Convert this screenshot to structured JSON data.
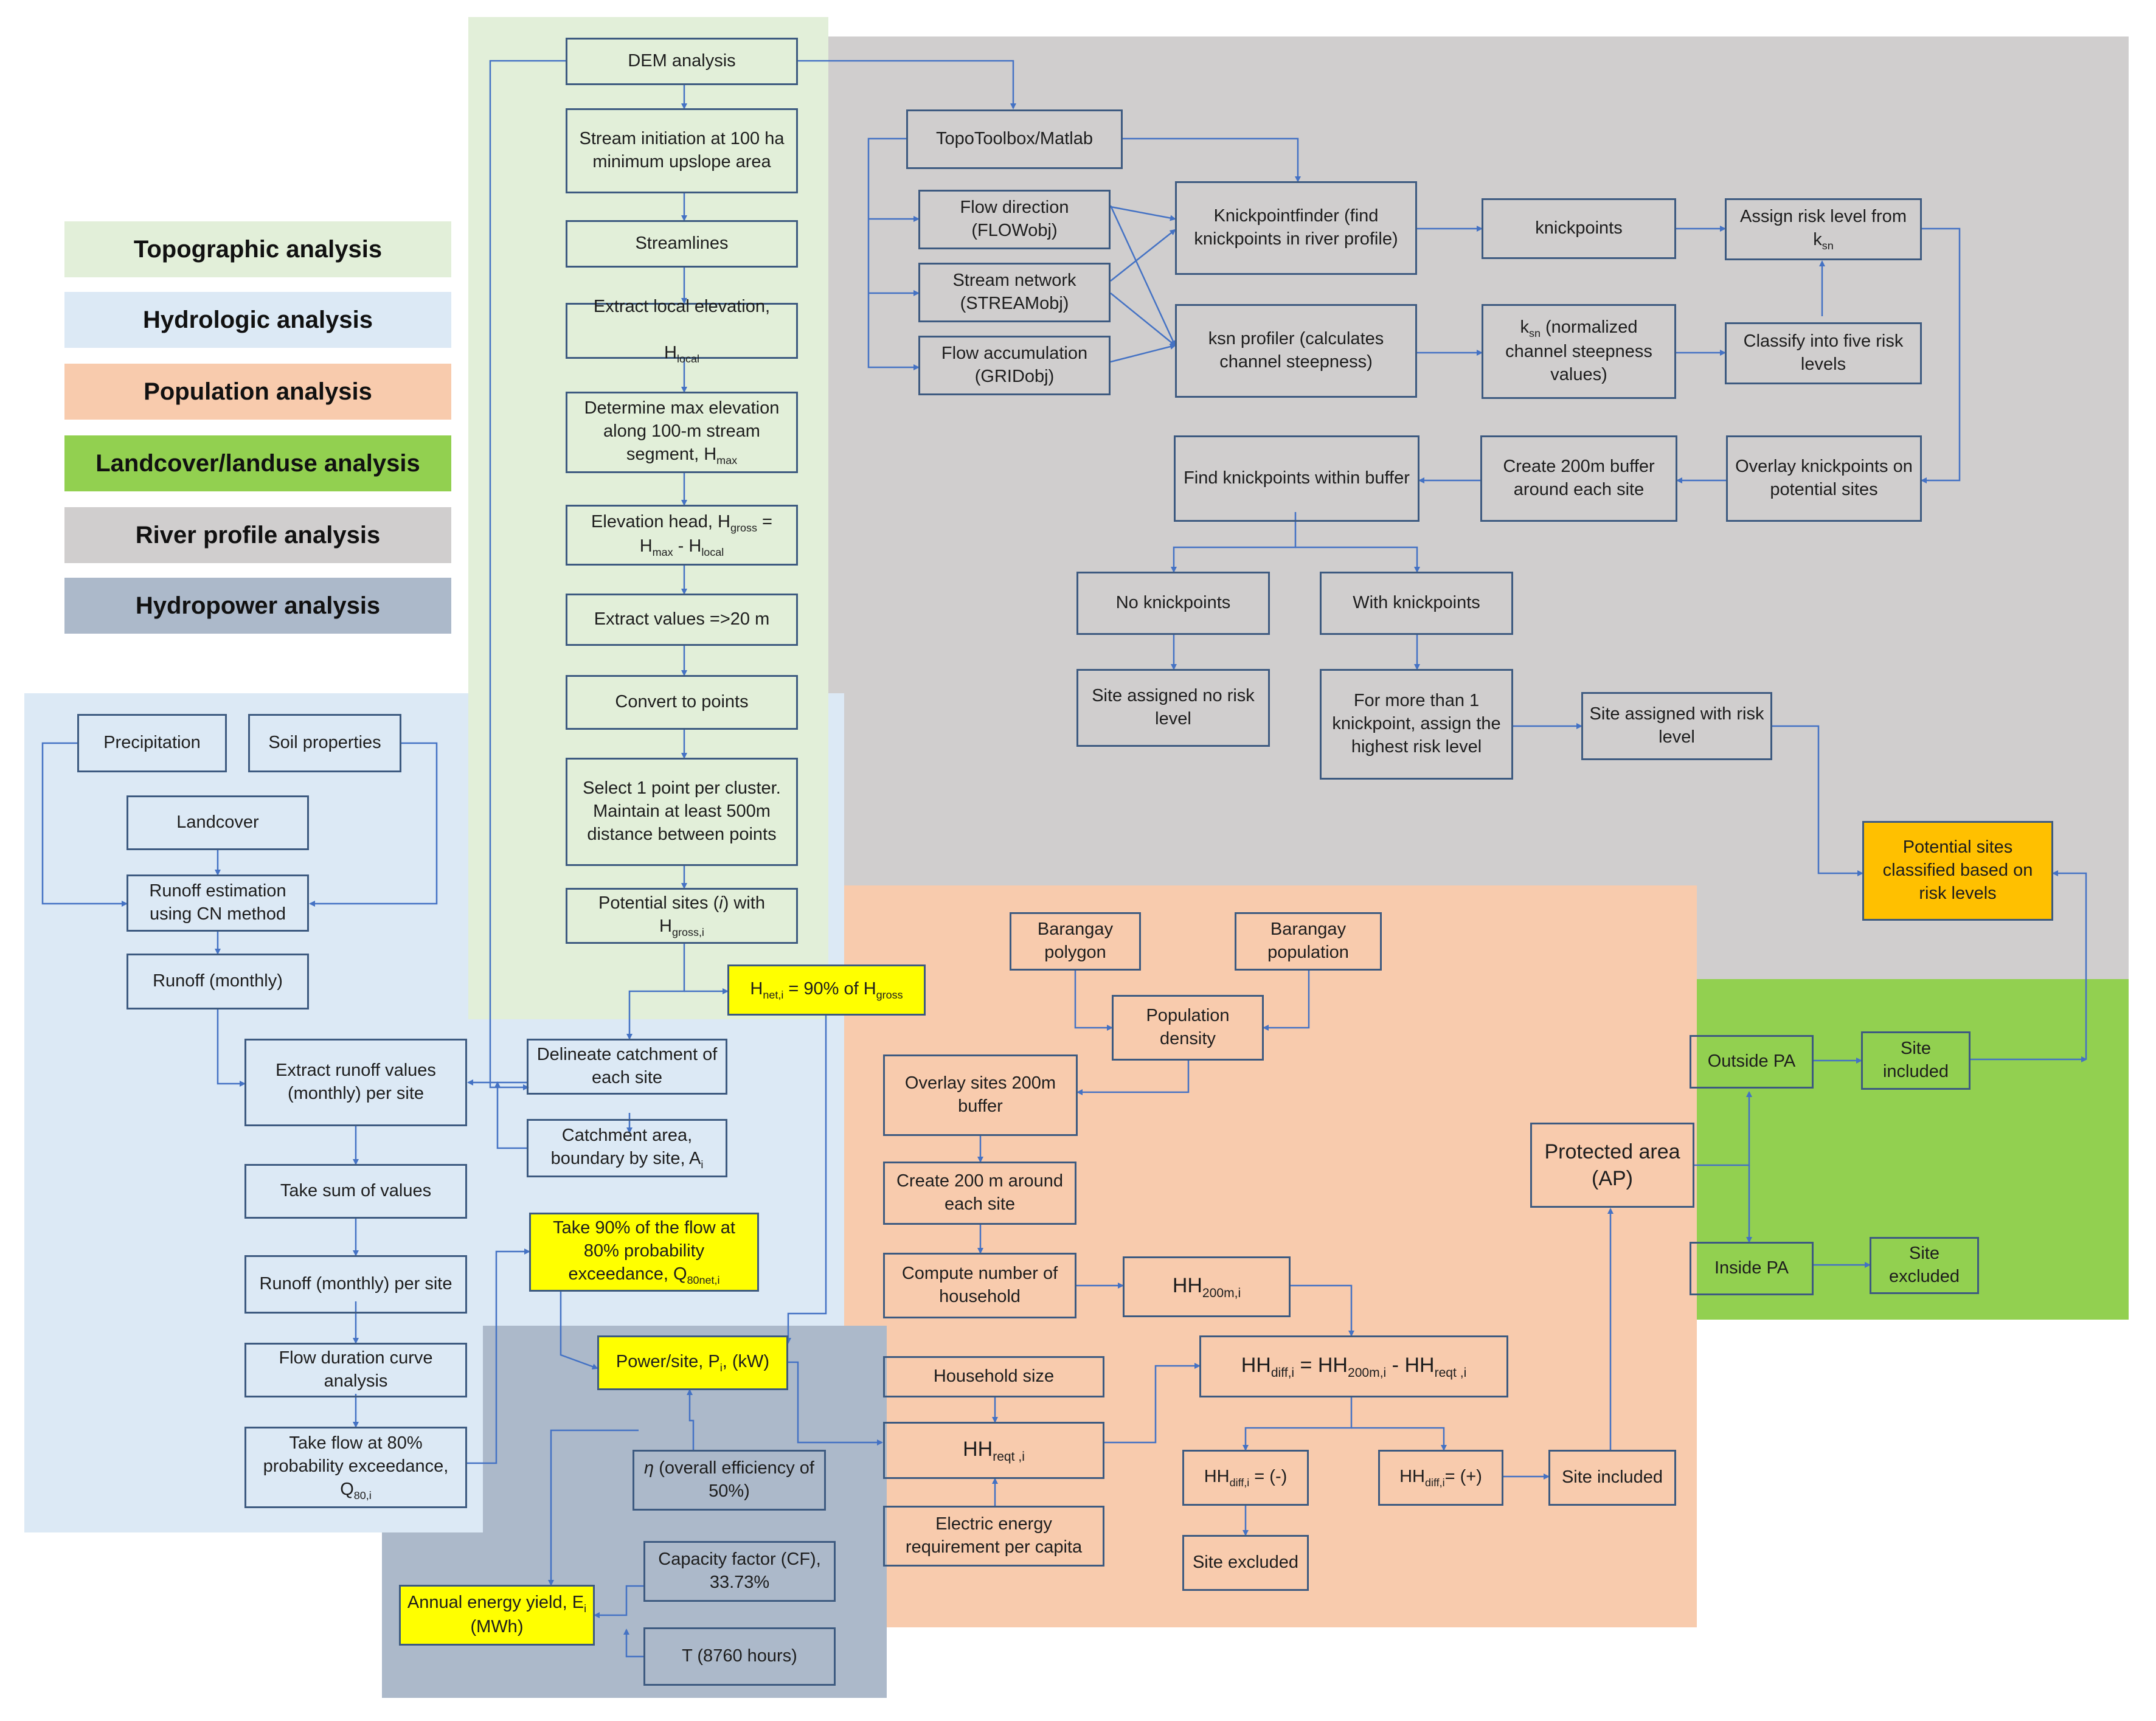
{
  "legend": {
    "topographic": "Topographic analysis",
    "hydrologic": "Hydrologic analysis",
    "population": "Population analysis",
    "landcover": "Landcover/landuse analysis",
    "river_profile": "River profile analysis",
    "hydropower": "Hydropower analysis"
  },
  "colors": {
    "topographic": "#e2efd9",
    "hydrologic": "#dce9f5",
    "population": "#f8cbad",
    "landcover": "#92d050",
    "river_profile": "#d0cece",
    "hydropower": "#acb9ca",
    "highlight": "#ffff00",
    "risk_output": "#ffc000",
    "border": "#3d5a80"
  },
  "topo": {
    "dem": "DEM analysis",
    "stream_init": "Stream initiation at 100 ha minimum upslope area",
    "streamlines": "Streamlines",
    "extract_local": "Extract local elevation,",
    "extract_local_h": "H",
    "extract_local_sub": "local",
    "determine_max": "Determine max elevation along 100-m stream segment, H",
    "determine_max_sub": "max",
    "elev_head_a": "Elevation head, H",
    "elev_head_a_sub": "gross",
    "elev_head_eq": " =",
    "elev_head_b": "H",
    "elev_head_b_sub": "max",
    "elev_head_minus": " -  H",
    "elev_head_c_sub": "local",
    "extract_values": "Extract values =>20 m",
    "convert_points": "Convert to points",
    "select_point": "Select 1 point per cluster. Maintain at least 500m distance between points",
    "potential_sites_a": "Potential sites (",
    "potential_sites_i": "i",
    "potential_sites_b": ") with",
    "potential_sites_h": "H",
    "potential_sites_sub": "gross,i",
    "hnet_a": "H",
    "hnet_sub": "net,i",
    "hnet_b": " = 90% of H",
    "hnet_sub2": "gross"
  },
  "river": {
    "topotoolbox": "TopoToolbox/Matlab",
    "flow_direction": "Flow direction (FLOWobj)",
    "stream_network": "Stream network (STREAMobj)",
    "flow_accumulation": "Flow accumulation (GRIDobj)",
    "knickpointfinder": "Knickpointfinder (find knickpoints in river profile)",
    "ksn_profiler": "ksn profiler (calculates channel steepness)",
    "knickpoints": "knickpoints",
    "ksn_a": "k",
    "ksn_sub": "sn",
    "ksn_b": " (normalized channel steepness values)",
    "assign_risk": "Assign risk level from k",
    "assign_risk_sub": "sn",
    "classify_five": "Classify into five risk levels",
    "overlay_knick": "Overlay knickpoints on potential sites",
    "create_200_buffer": "Create 200m buffer around each site",
    "find_knick": "Find knickpoints within buffer",
    "no_knick": "No knickpoints",
    "with_knick": "With knickpoints",
    "site_no_risk": "Site assigned no risk level",
    "more_than_one": "For more than 1 knickpoint, assign the highest risk level",
    "site_with_risk": "Site assigned with risk level",
    "potential_classified": "Potential sites classified based on risk levels"
  },
  "hydro": {
    "precipitation": "Precipitation",
    "soil": "Soil properties",
    "landcover": "Landcover",
    "runoff_est": "Runoff estimation using CN method",
    "runoff_monthly": "Runoff (monthly)",
    "extract_runoff": "Extract runoff values (monthly) per site",
    "delineate": "Delineate catchment of each site",
    "catchment_area_a": "Catchment area, boundary by site, A",
    "catchment_area_sub": "i",
    "take_sum": "Take sum of values",
    "runoff_per_site": "Runoff (monthly) per site",
    "fdc": "Flow duration curve analysis",
    "take_flow_a": "Take flow at 80% probability exceedance, Q",
    "take_flow_sub": "80,i",
    "take90_a": "Take 90% of the flow at 80% probability exceedance, Q",
    "take90_sub": "80net,i"
  },
  "power": {
    "power_site_a": "Power/site, P",
    "power_site_sub": "i",
    "power_site_b": ", (kW)",
    "eta_sym": "η",
    "eta_text": " (overall efficiency of 50%)",
    "capacity": "Capacity factor (CF), 33.73%",
    "hours": "T (8760 hours)",
    "annual_a": "Annual energy yield, E",
    "annual_sub": "i",
    "annual_b": " (MWh)"
  },
  "population": {
    "barangay_polygon": "Barangay polygon",
    "barangay_population": "Barangay population",
    "pop_density": "Population density",
    "overlay_sites": "Overlay sites 200m buffer",
    "create_200m": "Create 200 m around each site",
    "compute_hh": "Compute number of household",
    "hh200_a": "HH",
    "hh200_sub": "200m,i",
    "hhdiff_a": "HH",
    "hhdiff_sub": "diff,i",
    "hhdiff_eq": " =  HH",
    "hhdiff_sub2": "200m,i",
    "hhdiff_minus": " - HH",
    "hhdiff_sub3": "reqt ,i",
    "household_size": "Household size",
    "hhreqt_a": "HH",
    "hhreqt_sub": "reqt ,i",
    "electric": "Electric energy requirement per capita",
    "hhneg_a": "HH",
    "hhneg_sub": "diff,i",
    "hhneg_b": " = (-)",
    "hhpos_a": "HH",
    "hhpos_sub": "diff,i",
    "hhpos_b": "= (+)",
    "site_excluded": "Site excluded",
    "site_included": "Site included"
  },
  "landuse": {
    "protected": "Protected area (AP)",
    "outside": "Outside PA",
    "inside": "Inside PA",
    "site_included": "Site included",
    "site_excluded": "Site excluded"
  }
}
